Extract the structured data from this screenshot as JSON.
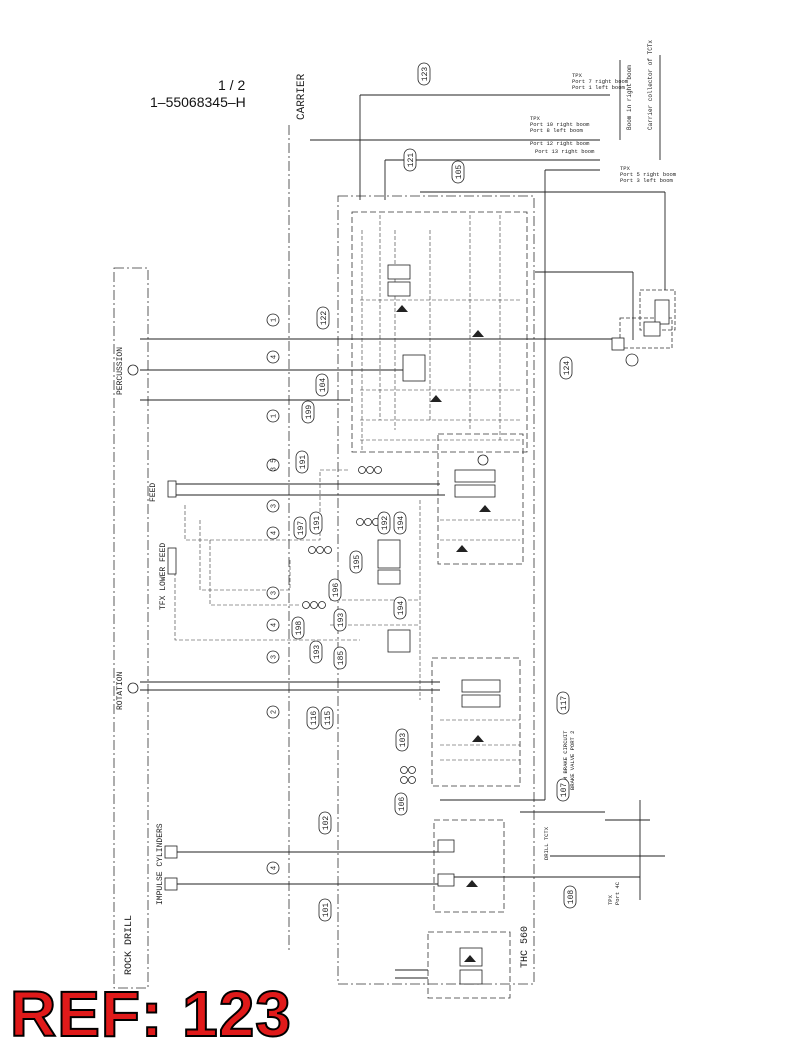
{
  "header": {
    "page": "1 / 2",
    "doc_number": "1–55068345–H"
  },
  "sections": {
    "carrier": "CARRIER",
    "rock_drill": "ROCK DRILL",
    "thc": "THC 560",
    "percussion": "PERCUSSION",
    "feed": "FEED",
    "tfx_lower_feed": "TFX LOWER FEED",
    "rotation": "ROTATION",
    "impulse_cylinders": "IMPULSE CYLINDERS"
  },
  "carrier_notes": {
    "boom_note": "Boom in right boom",
    "collector": "Carrier collector of TCTx",
    "tpx1": "TPX",
    "port7": "Port 7 right boom",
    "port1": "Port 1 left boom",
    "tpx2": "TPX",
    "port10": "Port 10 right boom",
    "port8": "Port 8 left boom",
    "port12": "Port 12 right boom",
    "port13": "Port 13 right boom",
    "tpx3": "TPX",
    "port5": "Port 5 right boom",
    "port3": "Port 3 left boom"
  },
  "bottom_notes": {
    "brake1": "FROM BRAKE CIRCUIT",
    "brake2": "BRAKE VALVE PORT 2",
    "tctx": "DRILL TCTX",
    "tpx": "TPX",
    "port4": "Port 4C"
  },
  "callouts": {
    "c123": "123",
    "c121": "121",
    "c105": "105",
    "c122": "122",
    "c104": "104",
    "c199": "199",
    "c124": "124",
    "c191a": "191",
    "c191b": "191",
    "c197": "197",
    "c192": "192",
    "c194a": "194",
    "c195": "195",
    "c196": "196",
    "c198": "198",
    "c193a": "193",
    "c193b": "193",
    "c185": "185",
    "c194b": "194",
    "c116": "116",
    "c115": "115",
    "c103": "103",
    "c117": "117",
    "c106": "106",
    "c107": "107",
    "c102": "102",
    "c101": "101",
    "c108": "108"
  },
  "markers": {
    "m1a": "1",
    "m4a": "4",
    "m1b": "1",
    "m35": "3 5",
    "m3a": "3",
    "m4b": "4",
    "m3b": "3",
    "m4c": "4",
    "m3c": "3",
    "m2": "2",
    "m4d": "4"
  },
  "ref_label": "REF: 123"
}
